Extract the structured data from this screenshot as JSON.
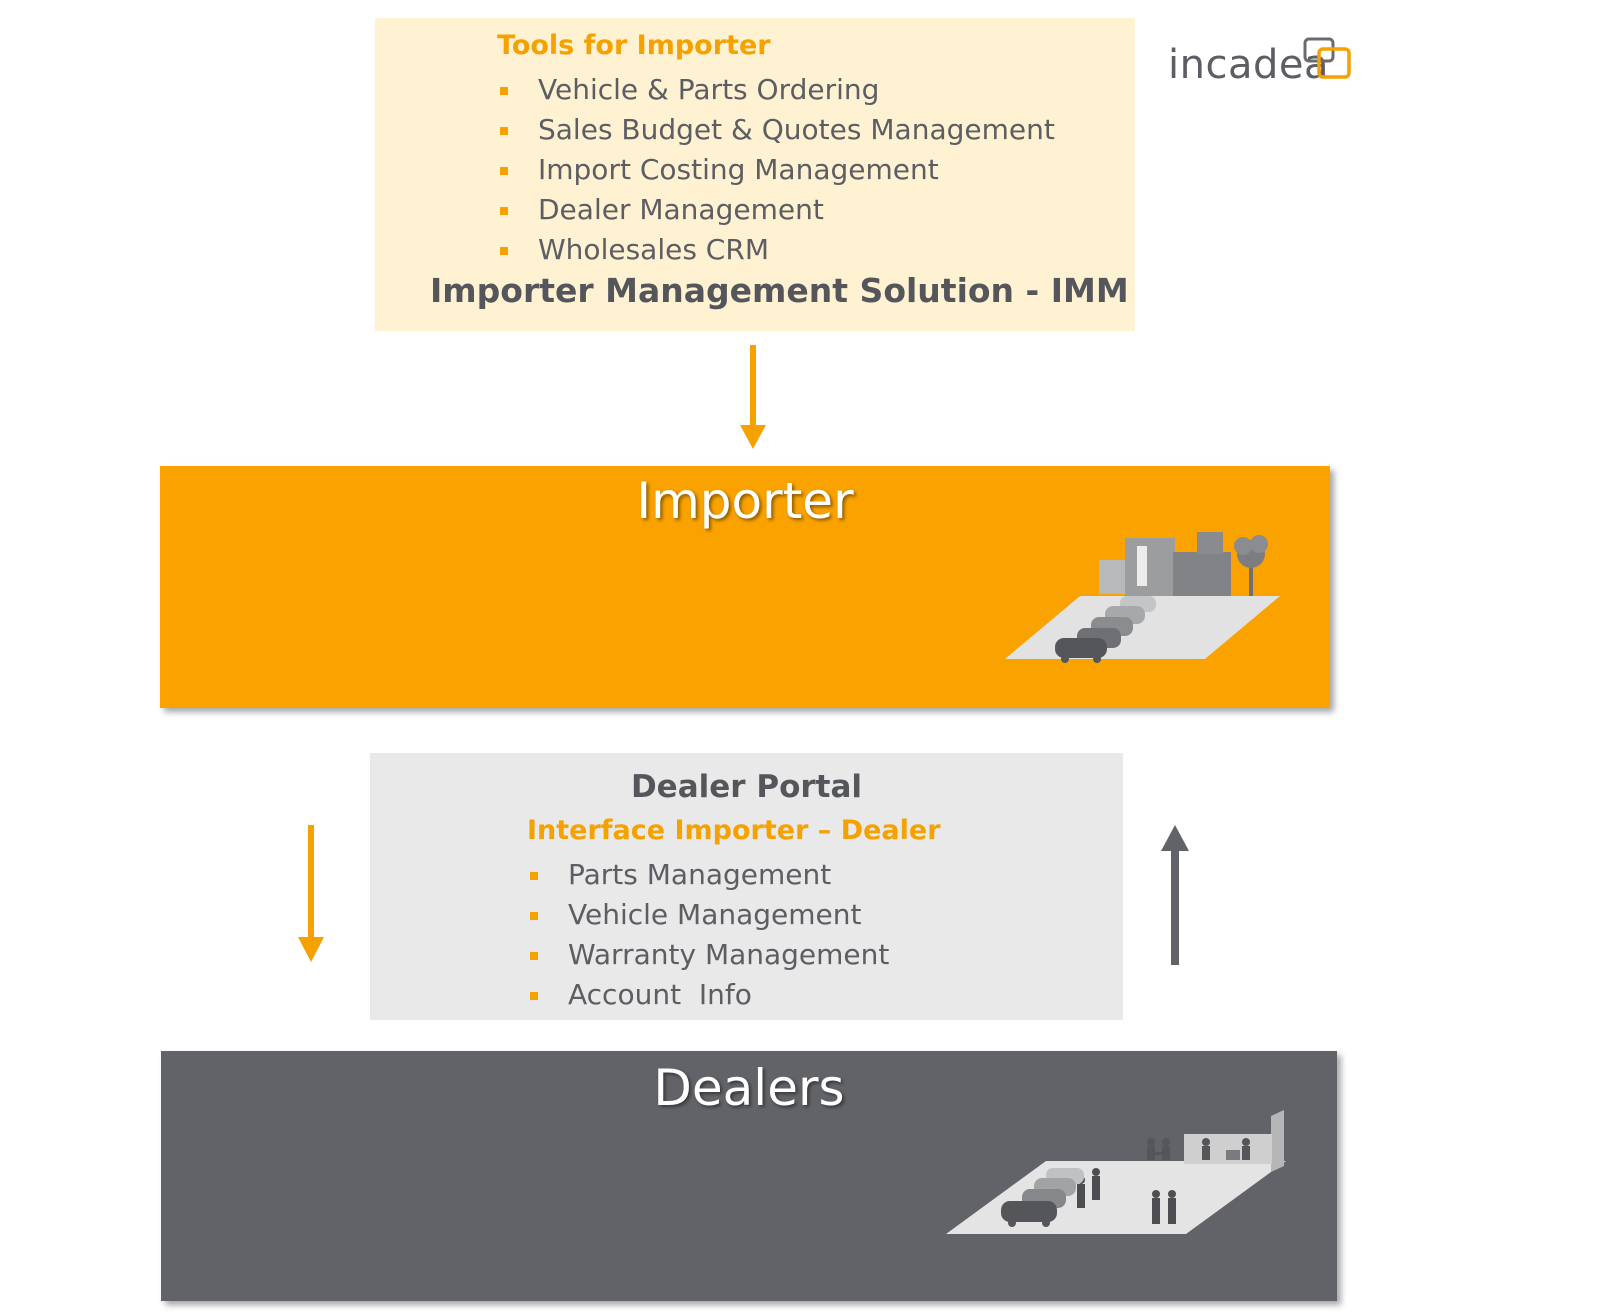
{
  "logo": {
    "text": "incadea"
  },
  "colors": {
    "orange": "#f9a200",
    "orange_text": "#f5a100",
    "dark_grey": "#626368",
    "light_yellow": "#fff2d3",
    "light_grey": "#e9e9e9",
    "text_grey": "#5d5e63"
  },
  "imm": {
    "heading": "Tools for Importer",
    "items": [
      "Vehicle & Parts Ordering",
      "Sales Budget & Quotes Management",
      "Import Costing Management",
      "Dealer Management",
      "Wholesales CRM"
    ],
    "title": "Importer Management Solution - IMM"
  },
  "importer": {
    "title": "Importer",
    "icon": "importer-building-parking-illustration"
  },
  "portal": {
    "title": "Dealer Portal",
    "subtitle": "Interface Importer – Dealer",
    "items": [
      "Parts Management",
      "Vehicle Management",
      "Warranty Management",
      "Account  Info"
    ]
  },
  "dealers": {
    "title": "Dealers",
    "icon": "dealership-showroom-illustration"
  }
}
